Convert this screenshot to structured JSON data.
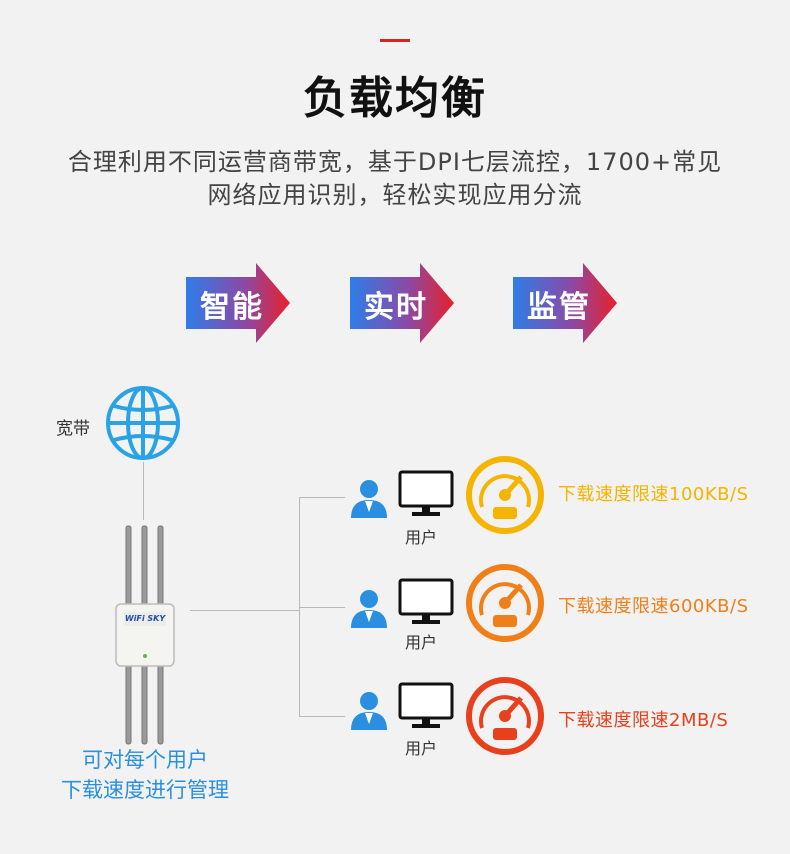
{
  "header": {
    "title": "负载均衡",
    "subtitle_line1": "合理利用不同运营商带宽，基于DPI七层流控，1700+常见",
    "subtitle_line2": "网络应用识别，轻松实现应用分流",
    "accent_color": "#d9251d"
  },
  "tags": [
    {
      "label": "智能"
    },
    {
      "label": "实时"
    },
    {
      "label": "监管"
    }
  ],
  "diagram": {
    "broadband_label": "宽带",
    "router_brand": "WiFi SKY",
    "caption_line1": "可对每个用户",
    "caption_line2": "下载速度进行管理",
    "users": [
      {
        "label": "用户",
        "speed": "下载速度限速100KB/S",
        "color": "#f5b400"
      },
      {
        "label": "用户",
        "speed": "下载速度限速600KB/S",
        "color": "#f07f18"
      },
      {
        "label": "用户",
        "speed": "下载速度限速2MB/S",
        "color": "#e8401c"
      }
    ]
  },
  "colors": {
    "tag_gradient_start": "#2f7de8",
    "tag_gradient_end": "#e8202a",
    "globe": "#2aa3e6",
    "caption": "#2a8fe0"
  }
}
